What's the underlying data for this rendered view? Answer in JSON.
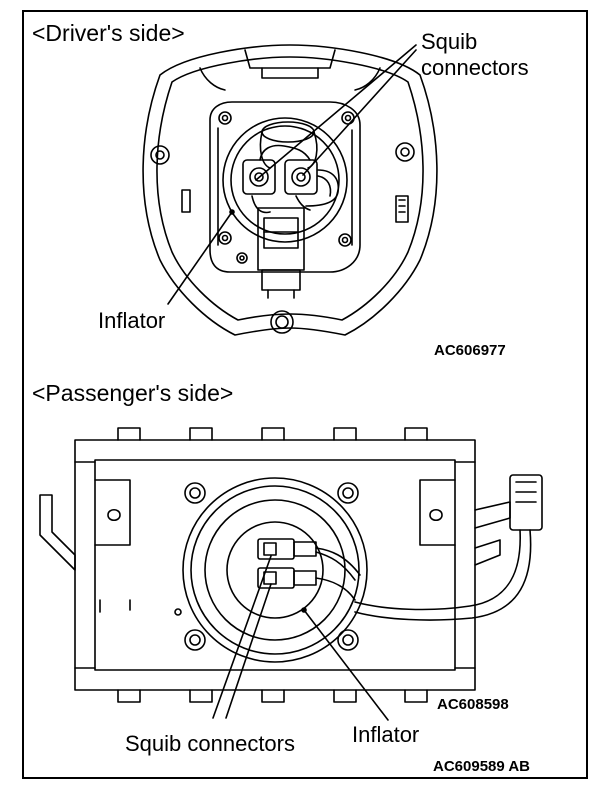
{
  "driver": {
    "heading": "<Driver's side>",
    "squib_line1": "Squib",
    "squib_line2": "connectors",
    "inflator": "Inflator",
    "code": "AC606977"
  },
  "passenger": {
    "heading": "<Passenger's side>",
    "squib": "Squib connectors",
    "inflator": "Inflator",
    "code": "AC608598"
  },
  "figure_code": "AC609589 AB",
  "colors": {
    "line": "#000000",
    "background": "#ffffff"
  }
}
